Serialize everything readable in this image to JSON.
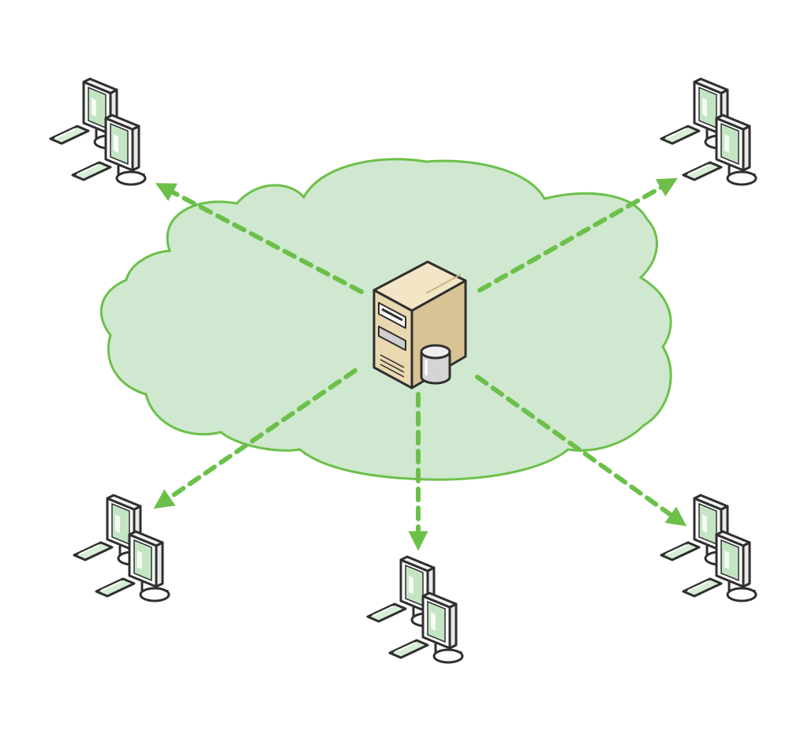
{
  "diagram": {
    "colors": {
      "background": "#ffffff",
      "cloud_fill": "#cfe8cf",
      "cloud_stroke": "#6cc04a",
      "arrow": "#6cc04a",
      "server_body": "#ead9b0",
      "server_side": "#d8c394",
      "server_top": "#f3e6c6",
      "outline": "#2f2f2f",
      "screen": "#c4e5c4",
      "screen_glare": "#ffffff",
      "disk_body": "#d4d4d4",
      "disk_top": "#efefef"
    },
    "center_node": {
      "icon": "server-tower-icon",
      "attachment": "database-disk-icon"
    },
    "client_nodes": [
      {
        "id": "top-left",
        "icon": "workstation-pair-icon"
      },
      {
        "id": "top-right",
        "icon": "workstation-pair-icon"
      },
      {
        "id": "bottom-left",
        "icon": "workstation-pair-icon"
      },
      {
        "id": "bottom-center",
        "icon": "workstation-pair-icon"
      },
      {
        "id": "bottom-right",
        "icon": "workstation-pair-icon"
      }
    ],
    "connections": [
      {
        "from": "server",
        "to": "top-left",
        "style": "dashed-arrow"
      },
      {
        "from": "server",
        "to": "top-right",
        "style": "dashed-arrow"
      },
      {
        "from": "server",
        "to": "bottom-left",
        "style": "dashed-arrow"
      },
      {
        "from": "server",
        "to": "bottom-center",
        "style": "dashed-arrow"
      },
      {
        "from": "server",
        "to": "bottom-right",
        "style": "dashed-arrow"
      }
    ]
  }
}
